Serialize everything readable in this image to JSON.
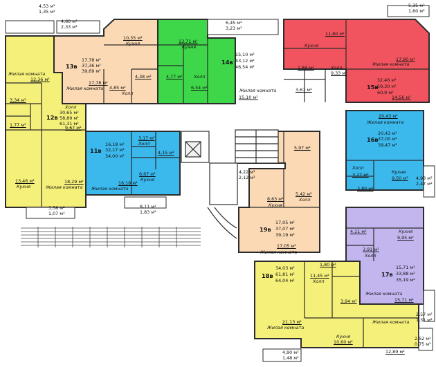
{
  "colors": {
    "yellow": "#f5f07a",
    "peach": "#fbd9b4",
    "green": "#3fd74a",
    "red": "#f2545f",
    "blue": "#3bb8ec",
    "purple": "#c3b6ee",
    "wall": "#2b2b2b",
    "grey": "#e8e8e8"
  },
  "labels": {
    "a1": "4,53 м²",
    "a1b": "1,35 м²",
    "a2": "4,60 м²",
    "a2b": "2,33 м²",
    "a3": "6,45 м²",
    "a3b": "3,23 м²",
    "a4": "5,35 м²",
    "a4b": "1,60 м²",
    "a5": "4,22 м²",
    "a5b": "2,12 м²",
    "a6": "3,58 м²",
    "a6b": "1,07 м²",
    "a7": "8,11 м²",
    "a7b": "1,83 м²",
    "a8": "4,93 м²",
    "a8b": "2,47 м²",
    "a9": "2,57 м²",
    "a9b": "1,31 м²",
    "a10": "2,52 м²",
    "a10b": "0,75 м²",
    "a11": "4,90 м²",
    "a11b": "1,48 м²"
  },
  "apartments": {
    "a12v": {
      "num": "12в",
      "total": "30,65 м²",
      "living": "58,89 м²",
      "full": "61,31 м²"
    },
    "a13v": {
      "num": "13в",
      "total": "17,78 м²",
      "living": "37,36 м²",
      "full": "39,69 м²"
    },
    "a14v": {
      "num": "14в",
      "total": "15,10 м²",
      "living": "43,12 м²",
      "full": "46,54 м²"
    },
    "a15v": {
      "num": "15в",
      "total": "32,46 м²",
      "living": "59,30 м²",
      "full": "60,9 м²"
    },
    "a16v": {
      "num": "16в",
      "total": "20,43 м²",
      "living": "37,00 м²",
      "full": "39,47 м²"
    },
    "a11v": {
      "num": "11в",
      "total": "16,18 м²",
      "living": "32,17 м²",
      "full": "34,00 м²"
    },
    "a19v": {
      "num": "19в",
      "total": "17,05 м²",
      "living": "37,07 м²",
      "full": "39,19 м²"
    },
    "a18v": {
      "num": "18в",
      "total": "34,03 м²",
      "living": "61,81 м²",
      "full": "64,04 м²"
    },
    "a17v": {
      "num": "17в",
      "total": "15,71 м²",
      "living": "33,88 м²",
      "full": "35,19 м²"
    }
  },
  "rooms": {
    "r12_living": "Жилая комната",
    "r12_living_a": "12,36 м²",
    "r12_b1": "3,34 м²",
    "r12_b2": "1,77 м²",
    "r12_hall": "Холл",
    "r12_hall_a": "9,67 м²",
    "r12_kitchen_a": "13,46 м²",
    "r12_kitchen": "Кухня",
    "r12_living2_a": "18,29 м²",
    "r12_living2": "Жилая комната",
    "r13_kitchen_a": "10,35 м²",
    "r13_kitchen": "Кухня",
    "r13_living_a": "17,78 м²",
    "r13_living": "Жилая комната",
    "r13_hall_a": "4,85 м²",
    "r13_hall": "Холл",
    "r13_b": "4,38 м²",
    "r14_kitchen_a": "13,71 м²",
    "r14_kitchen": "Кухня",
    "r14_b": "4,77 м²",
    "r14_hall": "Холл",
    "r14_hall_a": "6,54 м²",
    "r14_living": "Жилая комната",
    "r14_living_a": "15,10 м²",
    "r15_kitchen_a": "11,80 м²",
    "r15_kitchen": "Кухня",
    "r15_living_a": "17,90 м²",
    "r15_living": "Жилая комната",
    "r15_b1": "1,84 м²",
    "r15_hall": "Холл",
    "r15_hall_a": "9,33 м²",
    "r15_b2": "3,67 м²",
    "r15_living2_a": "14,56 м²",
    "r16_living_a": "20,43 м²",
    "r16_living": "Жилая комната",
    "r16_hall": "Холл",
    "r16_hall_a": "3,27 м²",
    "r16_kitchen": "Кухня",
    "r16_kitchen_a": "9,50 м²",
    "r16_b": "3,80 м²",
    "r11_hall_a": "3,17 м²",
    "r11_hall": "Холл",
    "r11_b": "4,15 м²",
    "r11_kitchen_a": "6,67 м²",
    "r11_kitchen": "Кухня",
    "r11_living_a": "16,18 м²",
    "r11_living": "Жилая комната",
    "r19_a1": "5,97 м²",
    "r19_kitchen_a": "8,63 м²",
    "r19_kitchen": "Кухня",
    "r19_b": "5,42 м²",
    "r19_hall": "Холл",
    "r19_living_a": "17,05 м²",
    "r19_living": "Жилая комната",
    "r18_b1": "1,80 м²",
    "r18_hall_a": "11,45 м²",
    "r18_hall": "Холл",
    "r18_b2": "3,94 м²",
    "r18_living_a": "21,13 м²",
    "r18_living": "Жилая комната",
    "r18_kitchen": "Кухня",
    "r18_kitchen_a": "10,60 м²",
    "r18_living2": "Жилая комната",
    "r18_living2_a": "12,89 м²",
    "r17_b1": "4,11 м²",
    "r17_kitchen": "Кухня",
    "r17_kitchen_a": "9,95 м²",
    "r17_b2": "3,91 м²",
    "r17_hall": "Холл",
    "r17_living": "Жилая комната",
    "r17_living_a": "15,71 м²"
  }
}
